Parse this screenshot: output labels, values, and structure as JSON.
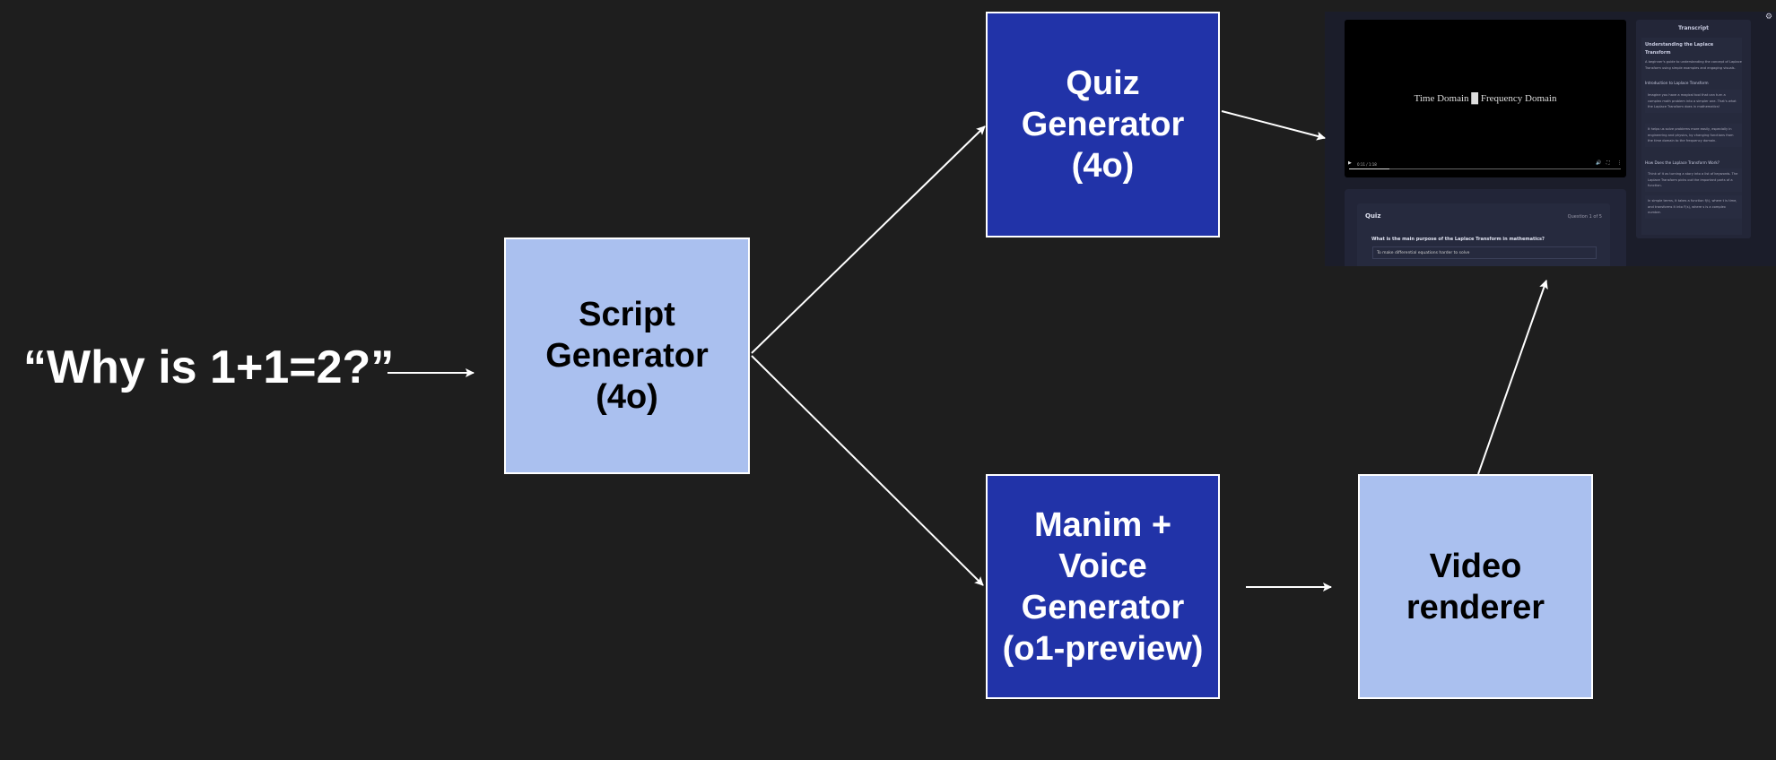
{
  "prompt": "“Why is 1+1=2?”",
  "nodes": {
    "script": "Script\nGenerator\n(4o)",
    "quiz": "Quiz\nGenerator\n(4o)",
    "manim": "Manim +\nVoice\nGenerator\n(o1-preview)",
    "video": "Video\nrenderer"
  },
  "colors": {
    "background": "#1e1e1e",
    "light_box": "#aac0ef",
    "dark_box": "#2133a8",
    "arrow": "#ffffff"
  },
  "screenshot": {
    "video_text": "Time Domain █ Frequency Domain",
    "video_time": "0:11 / 1:18",
    "video_progress": 0.15,
    "quiz_title": "Quiz",
    "quiz_counter": "Question 1 of 5",
    "question": "What is the main purpose of the Laplace Transform in mathematics?",
    "answer_1": "To make differential equations harder to solve",
    "transcript": {
      "title": "Transcript",
      "heading": "Understanding the Laplace Transform",
      "intro": "A beginner's guide to understanding the concept of Laplace Transform using simple examples and engaging visuals.",
      "section1": "Introduction to Laplace Transform",
      "p1": "Imagine you have a magical tool that can turn a complex math problem into a simpler one. That's what the Laplace Transform does in mathematics!",
      "p2": "It helps us solve problems more easily, especially in engineering and physics, by changing functions from the time domain to the frequency domain.",
      "section2": "How Does the Laplace Transform Work?",
      "p3": "Think of it as turning a story into a list of keywords. The Laplace Transform picks out the important parts of a function.",
      "p4": "In simple terms, it takes a function f(t), where t is time, and transforms it into F(s), where s is a complex number."
    }
  }
}
